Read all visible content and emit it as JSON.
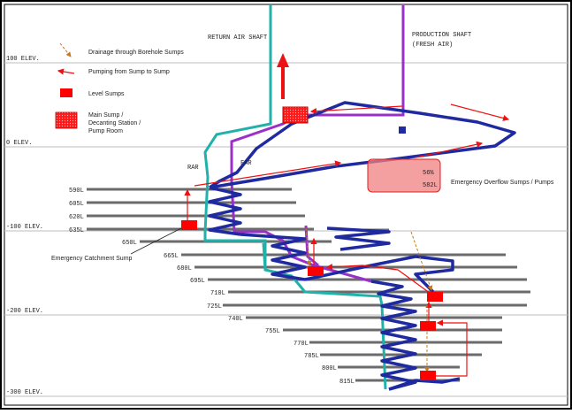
{
  "colors": {
    "return_air": "#20b2aa",
    "production": "#9b30c8",
    "ramp": "#1f2aa0",
    "level_bar": "#6b6b6b",
    "elev_line": "#bdbdbd",
    "sump": "#ff0000",
    "overflow_box": "#f08080",
    "drain_arrow": "#c8781e"
  },
  "elevations": [
    {
      "label": "100 ELEV."
    },
    {
      "label": "0 ELEV."
    },
    {
      "label": "-100 ELEV."
    },
    {
      "label": "-200 ELEV."
    },
    {
      "label": "-300 ELEV."
    }
  ],
  "shafts": {
    "return_air": "RETURN AIR SHAFT",
    "production_line1": "PRODUCTION SHAFT",
    "production_line2": "(FRESH AIR)",
    "rar": "RAR",
    "far": "FAR"
  },
  "legend": [
    {
      "icon": "dashed-arrow-icon",
      "label": "Drainage through Borehole Sumps"
    },
    {
      "icon": "red-arrow-icon",
      "label": "Pumping from Sump to Sump"
    },
    {
      "icon": "level-sump-icon",
      "label": "Level Sumps"
    },
    {
      "icon": "main-sump-icon",
      "label": "Main Sump / Decanting Station / Pump Room",
      "lines": [
        "Main Sump /",
        "Decanting Station /",
        "Pump Room"
      ]
    }
  ],
  "levels": [
    "590L",
    "605L",
    "620L",
    "635L",
    "650L",
    "665L",
    "680L",
    "695L",
    "710L",
    "725L",
    "740L",
    "755L",
    "770L",
    "785L",
    "800L",
    "815L"
  ],
  "overflow_levels": [
    "56%",
    "582L"
  ],
  "annotations": {
    "emergency_overflow": "Emergency Overflow Sumps / Pumps",
    "emergency_catchment": "Emergency Catchment Sump"
  }
}
